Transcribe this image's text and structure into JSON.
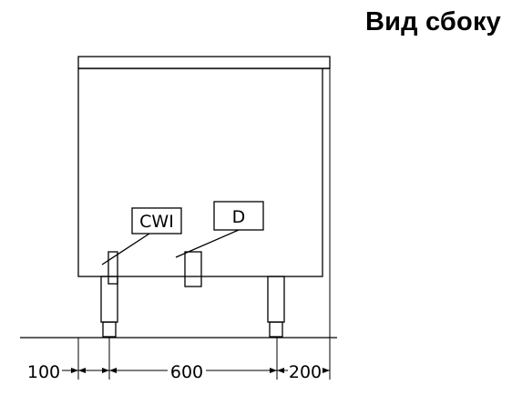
{
  "title": "Вид сбоку",
  "callouts": {
    "cwi": "CWI",
    "d": "D"
  },
  "dimensions": {
    "left": "100",
    "middle": "600",
    "right": "200"
  }
}
